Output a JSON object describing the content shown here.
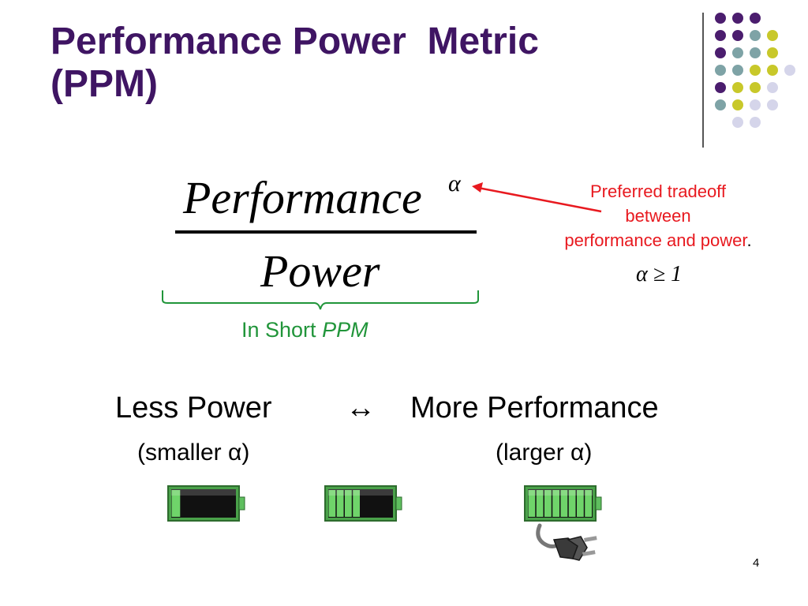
{
  "slide": {
    "title_line1": "Performance Power  Metric",
    "title_line2": "(PPM)",
    "page_number": "4"
  },
  "formula": {
    "numerator": "Performance",
    "exponent": "α",
    "denominator": "Power"
  },
  "annotation": {
    "line1": "Preferred tradeoff",
    "line2": "between",
    "line3": "performance and power",
    "trailing_dot": ".",
    "condition": "α ≥ 1"
  },
  "label": {
    "prefix": "In Short ",
    "acronym": "PPM"
  },
  "tradeoff": {
    "left": "Less Power",
    "arrow": "↔",
    "right": "More Performance",
    "left_sub": "(smaller α)",
    "right_sub": "(larger α)"
  },
  "batteries": [
    {
      "level": 0.15
    },
    {
      "level": 0.5
    },
    {
      "level": 1.0
    }
  ],
  "colors": {
    "title": "#3f1563",
    "note": "#e8191f",
    "brace": "#21953a",
    "battery_fill": "#6fd46a",
    "dot_purple": "#4b1d6e",
    "dot_teal": "#7ea3a6",
    "dot_lime": "#c8c82a",
    "dot_lavender": "#d5d5ea"
  }
}
